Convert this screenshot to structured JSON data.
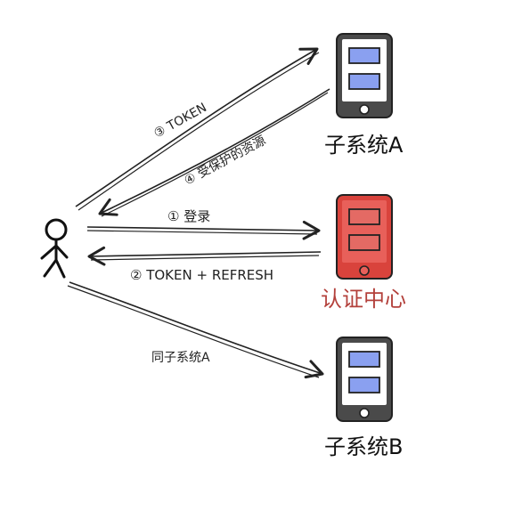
{
  "nodes": {
    "subsystem_a": {
      "label": "子系统A",
      "screen_color": "#4a4a4a",
      "panel_color": "#8aa0f0"
    },
    "auth_center": {
      "label": "认证中心",
      "screen_color": "#d9433c",
      "panel_color": "#e46a64",
      "label_color": "#b3403b"
    },
    "subsystem_b": {
      "label": "子系统B",
      "screen_color": "#4a4a4a",
      "panel_color": "#8aa0f0"
    }
  },
  "edges": {
    "token_to_a": {
      "label": "③ TOKEN"
    },
    "protected_resource": {
      "label": "④ 受保护的资源"
    },
    "login": {
      "label": "① 登录"
    },
    "token_refresh": {
      "label": "② TOKEN + REFRESH"
    },
    "same_as_a": {
      "label": "同子系统A"
    }
  }
}
